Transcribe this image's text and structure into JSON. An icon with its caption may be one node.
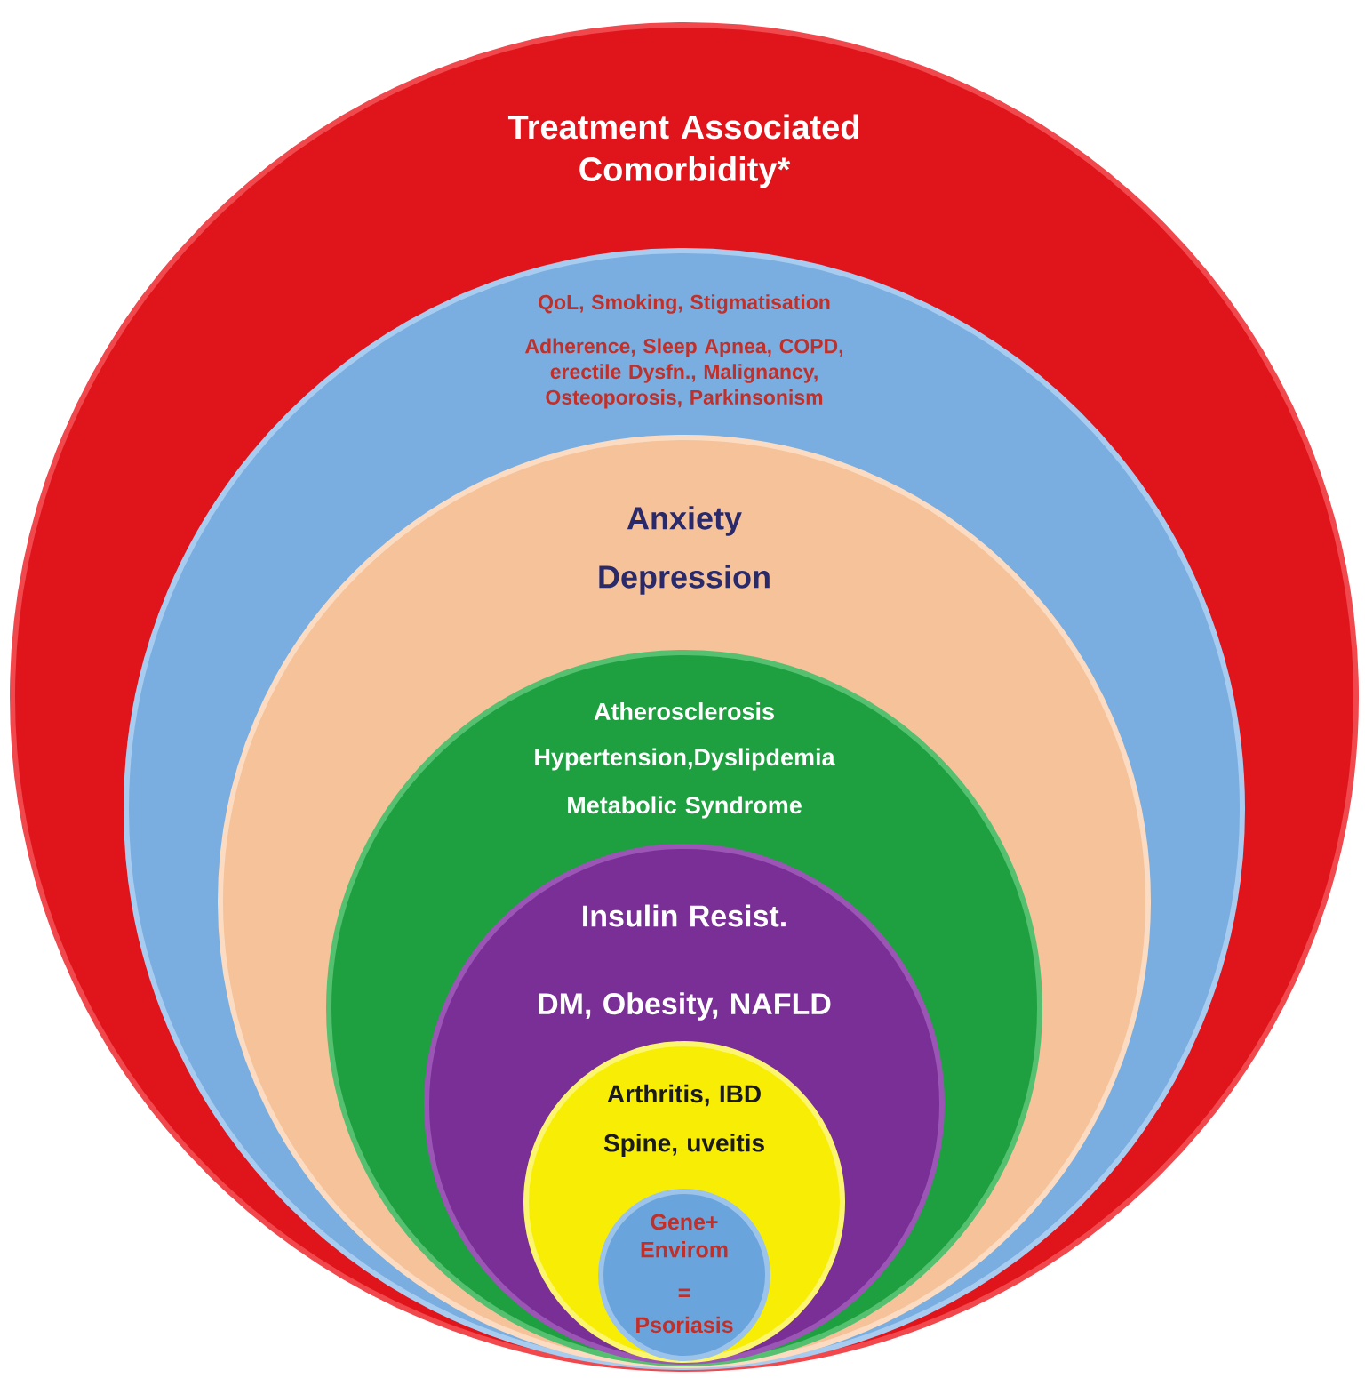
{
  "diagram": {
    "nodes": [
      {
        "text": [
          "Treatment Associated Comorbidity*"
        ]
      },
      {
        "text": [
          "QoL, Smoking, Stigmatisation",
          "Adherence, Sleep Apnea, COPD, erectile Dysfn., Malignancy, Osteoporosis, Parkinsonism"
        ],
        "in": 0
      },
      {
        "text": [
          "Anxiety",
          "Depression"
        ],
        "in": 1
      },
      {
        "text": [
          "Atherosclerosis",
          "Hypertension,Dyslipdemia",
          "Metabolic Syndrome"
        ],
        "in": 2
      },
      {
        "text": [
          "Insulin Resist.",
          "DM, Obesity, NAFLD"
        ],
        "in": 3
      },
      {
        "text": [
          "Arthritis, IBD",
          "Spine, uveitis"
        ],
        "in": 4
      },
      {
        "text": [
          "Gene+ Envirom",
          "=",
          "Psoriasis"
        ],
        "in": 5
      }
    ]
  }
}
